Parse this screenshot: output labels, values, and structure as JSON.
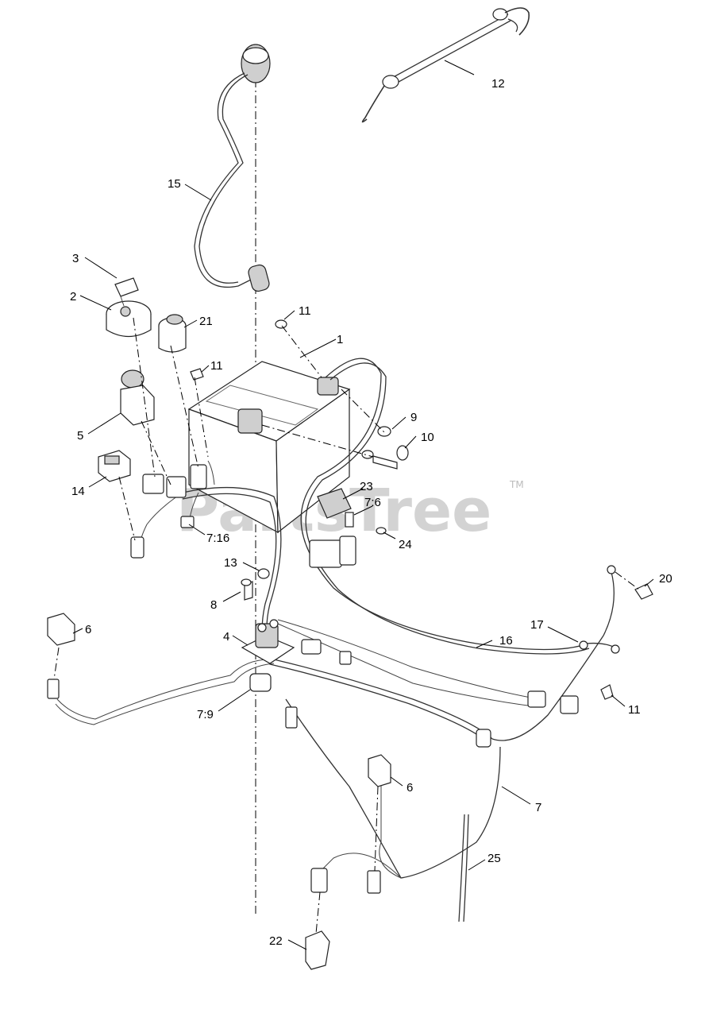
{
  "watermark": {
    "text": "PartsTree",
    "tm": "TM"
  },
  "callouts": [
    {
      "id": "c1",
      "label": "1"
    },
    {
      "id": "c2",
      "label": "2"
    },
    {
      "id": "c3",
      "label": "3"
    },
    {
      "id": "c4",
      "label": "4"
    },
    {
      "id": "c5",
      "label": "5"
    },
    {
      "id": "c6a",
      "label": "6"
    },
    {
      "id": "c6b",
      "label": "6"
    },
    {
      "id": "c7",
      "label": "7"
    },
    {
      "id": "c7_6",
      "label": "7:6"
    },
    {
      "id": "c7_9",
      "label": "7:9"
    },
    {
      "id": "c7_16",
      "label": "7:16"
    },
    {
      "id": "c8",
      "label": "8"
    },
    {
      "id": "c9",
      "label": "9"
    },
    {
      "id": "c10",
      "label": "10"
    },
    {
      "id": "c11a",
      "label": "11"
    },
    {
      "id": "c11b",
      "label": "11"
    },
    {
      "id": "c11c",
      "label": "11"
    },
    {
      "id": "c12",
      "label": "12"
    },
    {
      "id": "c13",
      "label": "13"
    },
    {
      "id": "c14",
      "label": "14"
    },
    {
      "id": "c15",
      "label": "15"
    },
    {
      "id": "c16",
      "label": "16"
    },
    {
      "id": "c17",
      "label": "17"
    },
    {
      "id": "c20",
      "label": "20"
    },
    {
      "id": "c21",
      "label": "21"
    },
    {
      "id": "c22",
      "label": "22"
    },
    {
      "id": "c23",
      "label": "23"
    },
    {
      "id": "c24",
      "label": "24"
    },
    {
      "id": "c25",
      "label": "25"
    }
  ]
}
